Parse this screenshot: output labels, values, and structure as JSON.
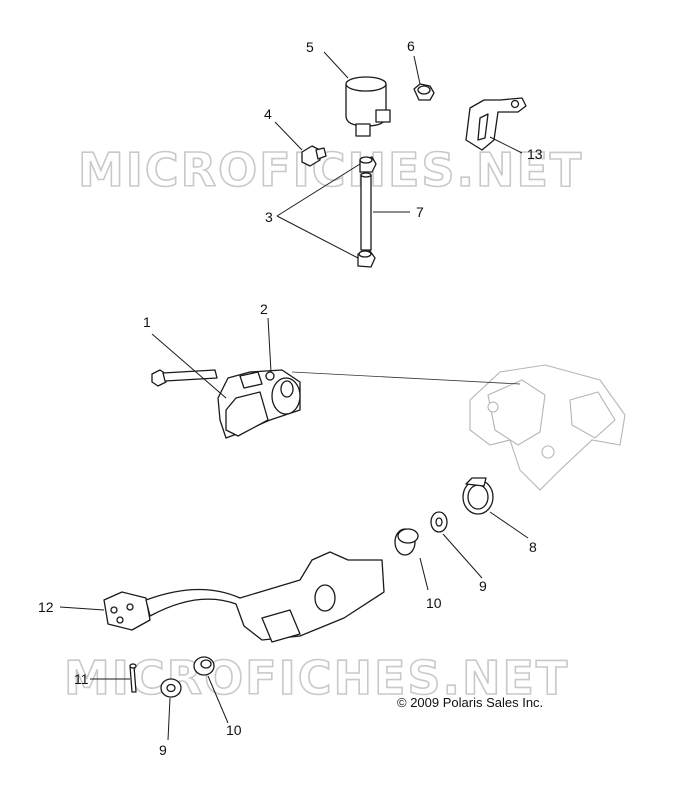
{
  "watermark": "MICROFICHES.NET",
  "copyright": "© 2009 Polaris Sales Inc.",
  "callouts": {
    "c1": "1",
    "c2": "2",
    "c3": "3",
    "c4": "4",
    "c5": "5",
    "c6": "6",
    "c7": "7",
    "c8": "8",
    "c9a": "9",
    "c9b": "9",
    "c10a": "10",
    "c10b": "10",
    "c11": "11",
    "c12": "12",
    "c13": "13"
  }
}
